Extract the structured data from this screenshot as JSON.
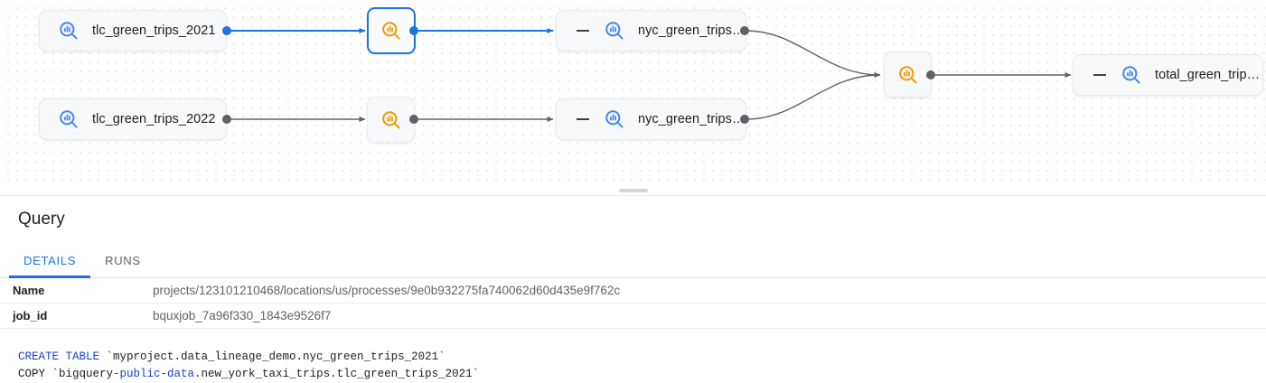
{
  "graph": {
    "nodes": [
      {
        "id": "n1",
        "label": "tlc_green_trips_2021",
        "type": "table",
        "icon": "bigquery-table-icon",
        "selected": false,
        "collapsed": false
      },
      {
        "id": "n2",
        "label": "tlc_green_trips_2022",
        "type": "table",
        "icon": "bigquery-table-icon",
        "selected": false,
        "collapsed": false
      },
      {
        "id": "n3",
        "label": "",
        "type": "process",
        "icon": "bigquery-process-icon",
        "selected": true,
        "collapsed": false
      },
      {
        "id": "n4",
        "label": "",
        "type": "process",
        "icon": "bigquery-process-icon",
        "selected": false,
        "collapsed": false
      },
      {
        "id": "n5",
        "label": "nyc_green_trips…",
        "type": "table",
        "icon": "bigquery-table-icon",
        "selected": false,
        "collapsed": true
      },
      {
        "id": "n6",
        "label": "nyc_green_trips…",
        "type": "table",
        "icon": "bigquery-table-icon",
        "selected": false,
        "collapsed": true
      },
      {
        "id": "n7",
        "label": "",
        "type": "process",
        "icon": "bigquery-process-icon",
        "selected": false,
        "collapsed": false
      },
      {
        "id": "n8",
        "label": "total_green_trip…",
        "type": "table",
        "icon": "bigquery-table-icon",
        "selected": false,
        "collapsed": true
      }
    ],
    "edges": [
      {
        "from": "n1",
        "to": "n3",
        "highlighted": true
      },
      {
        "from": "n3",
        "to": "n5",
        "highlighted": true
      },
      {
        "from": "n2",
        "to": "n4",
        "highlighted": false
      },
      {
        "from": "n4",
        "to": "n6",
        "highlighted": false
      },
      {
        "from": "n5",
        "to": "n7",
        "highlighted": false
      },
      {
        "from": "n6",
        "to": "n7",
        "highlighted": false
      },
      {
        "from": "n7",
        "to": "n8",
        "highlighted": false
      }
    ],
    "colors": {
      "edge_highlight": "#1a73e8",
      "edge_default": "#5f6368",
      "table_icon": "#4285f4",
      "process_icon": "#f29900",
      "node_fill": "#f8f9fa",
      "node_border": "#e8eaed",
      "selected_border": "#1a73e8",
      "grid_dot": "#e3e3e3"
    }
  },
  "panel": {
    "title": "Query",
    "tabs": [
      {
        "id": "details",
        "label": "DETAILS",
        "active": true
      },
      {
        "id": "runs",
        "label": "RUNS",
        "active": false
      }
    ],
    "details_rows": [
      {
        "key": "Name",
        "value": "projects/123101210468/locations/us/processes/9e0b932275fa740062d60d435e9f762c"
      },
      {
        "key": "job_id",
        "value": "bquxjob_7a96f330_1843e9526f7"
      }
    ]
  },
  "sql": {
    "line1": {
      "keyword": "CREATE TABLE",
      "rest": " `myproject.data_lineage_demo.nyc_green_trips_2021`"
    },
    "line2": {
      "prefix": "COPY `bigquery",
      "highlight": "-public-data",
      "suffix": ".new_york_taxi_trips.tlc_green_trips_2021`"
    },
    "full_text": "CREATE TABLE `myproject.data_lineage_demo.nyc_green_trips_2021`\nCOPY `bigquery-public-data.new_york_taxi_trips.tlc_green_trips_2021`"
  }
}
